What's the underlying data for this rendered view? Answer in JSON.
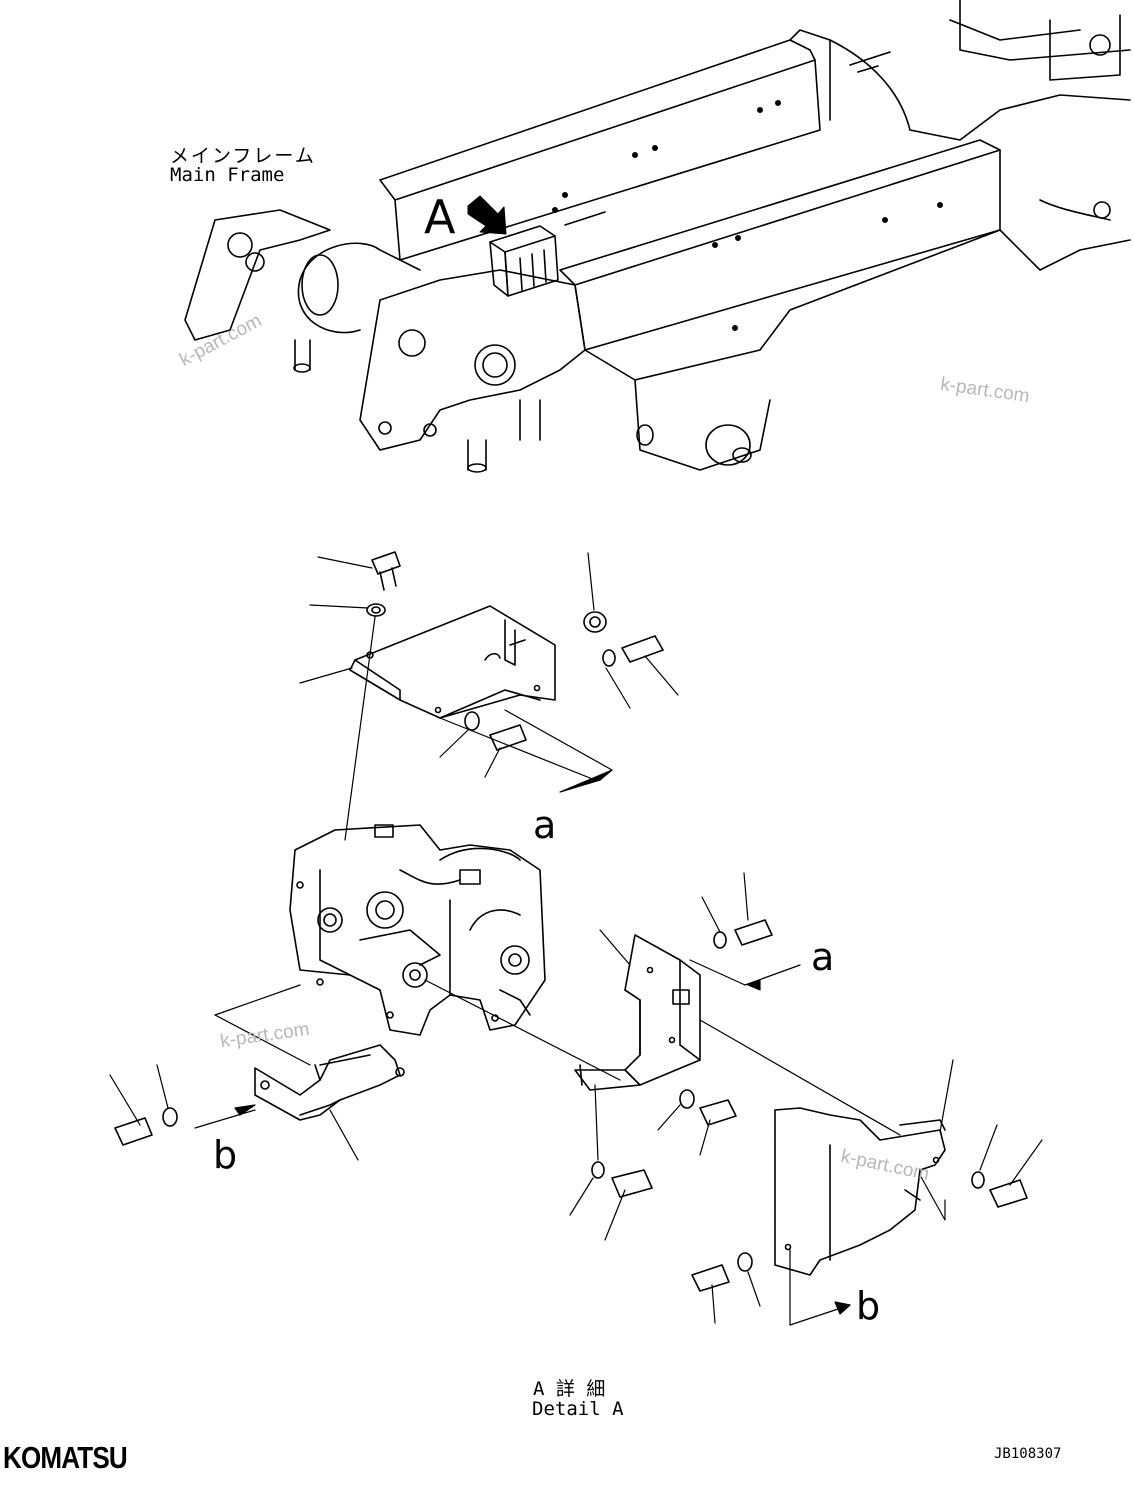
{
  "header_label": {
    "jp": "メインフレーム",
    "en": "Main Frame"
  },
  "callout_a": "A",
  "view_labels": {
    "a_upper": "a",
    "a_right": "a",
    "b_left": "b",
    "b_right": "b"
  },
  "detail_label": {
    "jp": "A 詳 細",
    "en": "Detail A"
  },
  "watermarks": [
    "k-part.com",
    "k-part.com",
    "k-part.com",
    "k-part.com"
  ],
  "logo": "KOMATSU",
  "drawing_code": "JB108307"
}
